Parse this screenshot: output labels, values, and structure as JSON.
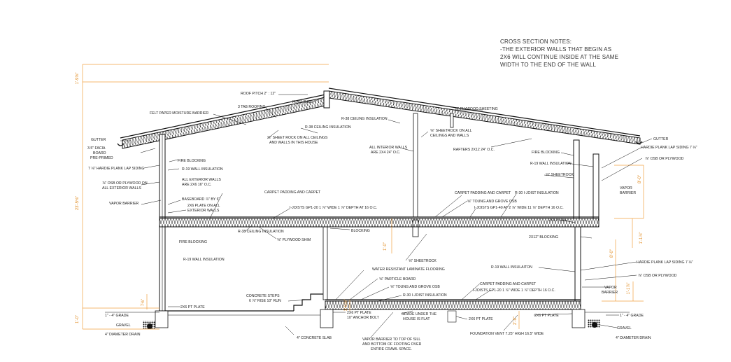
{
  "notes": {
    "heading": "CROSS SECTION NOTES:",
    "line1": "-THE EXTERIOR WALLS THAT BEGIN AS",
    "line2": "2X6 WILL CONTINUE INSIDE AT THE SAME",
    "line3": "WIDTH TO THE END OF THE WALL"
  },
  "labels": {
    "roof_pitch": "ROOF PITCH 2\" : 12\"",
    "flashing": "FLASHING",
    "felt_paper": "FELT PAPER MOISTURE BARRIER",
    "tab_roofing": "3 TAB ROOFING",
    "plywood_sheeting": "⅝\" PLYWOOD SHEETING",
    "r38_ceiling_left": "R-38 CEILING INSULATION",
    "r38_ceiling_top": "R-38  CEILING INSULATION",
    "sheetrock_ceilings_1": "⅝\" SHEET ROCK ON ALL CEILINGS",
    "sheetrock_ceilings_2": "AND WALLS IN THIS HOUSE",
    "sheetrock_right_1": "⅝\" SHEETROCK ON ALL",
    "sheetrock_right_2": "CEILINGS AND WALLS",
    "interior_walls_1": "ALL INTERIOR WALLS",
    "interior_walls_2": "ARE 2X4 24\" O.C.",
    "rafters": "RAFTERS 2X12 24\" O.C.",
    "gutter_left": "GUTTER",
    "gutter_right": "GUTTER",
    "facia_1": "3.5\" FACIA",
    "facia_2": "BOARD",
    "facia_3": "PRE-PRIMED",
    "hardie_left": "7 ⅛\" HARDIE PLANK LAP SIDING",
    "hardie_right_upper": "HARDIE PLANK LAP SIDING 7 ⅛\"",
    "hardie_right_lower": "HARDIE PLANK LAP SIDING 7 ⅛\"",
    "osb_left_1": "⅞\" OSB OR PLYWOOD ON",
    "osb_left_2": "ALL EXTERIOR WALLS",
    "osb_right_upper": "⅞\" OSB OR PLYWOOD",
    "osb_right_lower": "⅞\" OSB OR PLYWOOD",
    "fire_blocking_upper_left": "FIRE BLOCKING",
    "fire_blocking_lower_left": "FIRE BLOCKING",
    "fire_blocking_right": "FIRE BLOCKING",
    "r19_upper_left": "R-19 WALL INSULATION",
    "r19_lower_left": "R-19 WALL INSULATION",
    "r19_right_upper": "R-19 WALL INSULATION",
    "r19_right_lower": "R-19 WALL INSULAITON",
    "ext_walls_1": "ALL EXTERIOR WALLS",
    "ext_walls_2": "ARE 2X6 16\" O.C.",
    "vapor_left": "VAPOR BARRIER",
    "vapor_right_upper_1": "VAPOR",
    "vapor_right_upper_2": "BARRIER",
    "vapor_right_lower_1": "VAPOR",
    "vapor_right_lower_2": "BARRIER",
    "sheetrock_right": "⅝\" SHEETROCK",
    "baseboard": "BASEBOARD ⅞\" BY 6\"",
    "plate_1": "2X6 PLATE ON ALL",
    "plate_2": "EXTERIOR WALLS",
    "carpet_upper_left": "CARPET PADDING AND CARPET",
    "carpet_upper_right": "CARPET PADDING AND CARPET",
    "r30_upper": "R-30 I-JOIST INSULATION",
    "ijoists_upper_left": "I-JOISTS GP1-20 1 ⅞\" WIDE 1 ⅞\" DEPTH AT 16 O.C.",
    "toung_upper": "⅝\" TOUNG AND GROVE OSB",
    "ijoists_upper_right": "I-JOISTS GP1-40 AT 2 ⅞\" WIDE 11 ⅞\" DEPTH 16 O.C.",
    "plate_2x4": "2X4 PLATE",
    "blocking_2x12": "2X12\" BLOCKING",
    "r38_mid": "R-38 CEILING INSULATION",
    "blocking_mid": "BLOCKING",
    "plywood_shim": "⅝\" PLYWOOD SHIM",
    "sheetrock_mid": "⅝\" SHEETROCK",
    "laminate": "WATER RESISTANT LAMINATE FLOORING",
    "particle_board": "⅝\" PARTICLE BOARD",
    "toung_lower": "⅝\" TOUNG AND GROVE OSB",
    "r30_lower": "R-30 I-JOIST INSULATION",
    "carpet_lower": "CARPET PADDING AND CARPET",
    "ijoists_lower": "I-JOISTS GP1-20 1 ⅞\" WIDE 1 ⅞\" DEPTH 16 O.C.",
    "concrete_steps_1": "CONCRETE STEPS",
    "concrete_steps_2": "6 ⅞\" RISE 10\" RUN",
    "pt_plate_left": "2X6 PT PLATE",
    "pt_plate_mid_1": "2X6 PT PLATE",
    "pt_plate_mid_2": "10\" ANCHOR BOLT",
    "grade_under_1": "GRADE UNDER THE",
    "grade_under_2": "HOUSE IS FLAT",
    "pt_plate_mid_right": "2X6 PT PLATE",
    "pt_plate_right": "2X6 PT PLATE",
    "grade_left": "1\" - 4\" GRADE",
    "grade_right": "1\" - 4\" GRADE",
    "gravel_left": "GRAVEL",
    "gravel_right": "GRAVEL",
    "drain_left": "4\" DIAMETER DRAIN",
    "drain_right": "4\" DIAMETER DRAIN",
    "concrete_slab": "4\" CONCRETE SLAB",
    "vapor_crawl_1": "VAPOR BARRIER TO TOP OF SILL",
    "vapor_crawl_2": "AND BOTTOM OF FOOTING OVER",
    "vapor_crawl_3": "ENTIRE CRAWL SPACE.",
    "foundation_vent": "FOUNDATION VENT 7.25\" HIGH 16.5\" WIDE"
  },
  "dimensions": {
    "roof_rise": "1'-9⅝\"",
    "total_height": "23'-5⅛\"",
    "wall_upper_right": "8'-0\"",
    "floor_left_upper": "1'-0⅞\"",
    "floor_right_mid": "1'-1⅞\"",
    "wall_lower_right": "8'-0\"",
    "floor_right_lower": "1'-1⅞\"",
    "sill_left": "7⅛\"",
    "floor_mid": "1'-0\"",
    "grade_left": "1'-0\"",
    "grade_right": "2'-9\""
  },
  "colors": {
    "dimension": "#e08a1e",
    "line": "#111111"
  }
}
